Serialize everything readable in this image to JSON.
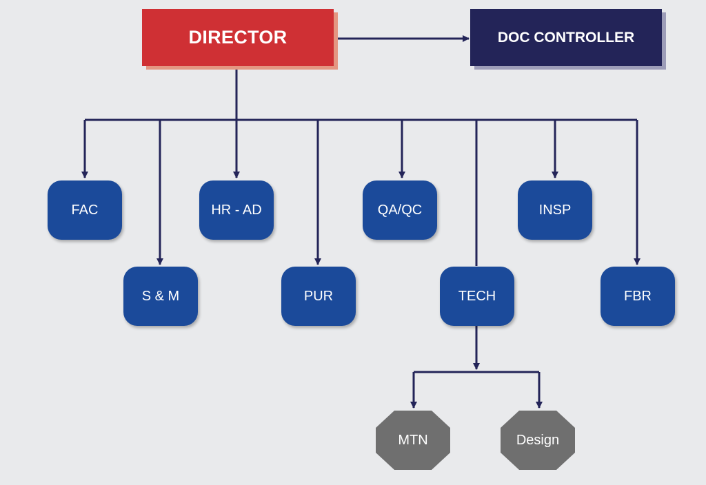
{
  "director": {
    "label": "DIRECTOR",
    "color": "#cf3034"
  },
  "doc_controller": {
    "label": "DOC CONTROLLER",
    "color": "#232458"
  },
  "departments": {
    "fac": "FAC",
    "sm": "S & M",
    "hr_ad": "HR - AD",
    "pur": "PUR",
    "qa_qc": "QA/QC",
    "tech": "TECH",
    "insp": "INSP",
    "fbr": "FBR"
  },
  "tech_units": {
    "mtn": "MTN",
    "design": "Design"
  },
  "colors": {
    "department_box": "#1b4a9a",
    "sub_unit_box": "#6f6f6f",
    "connector": "#232458",
    "background": "#e9eaec"
  }
}
